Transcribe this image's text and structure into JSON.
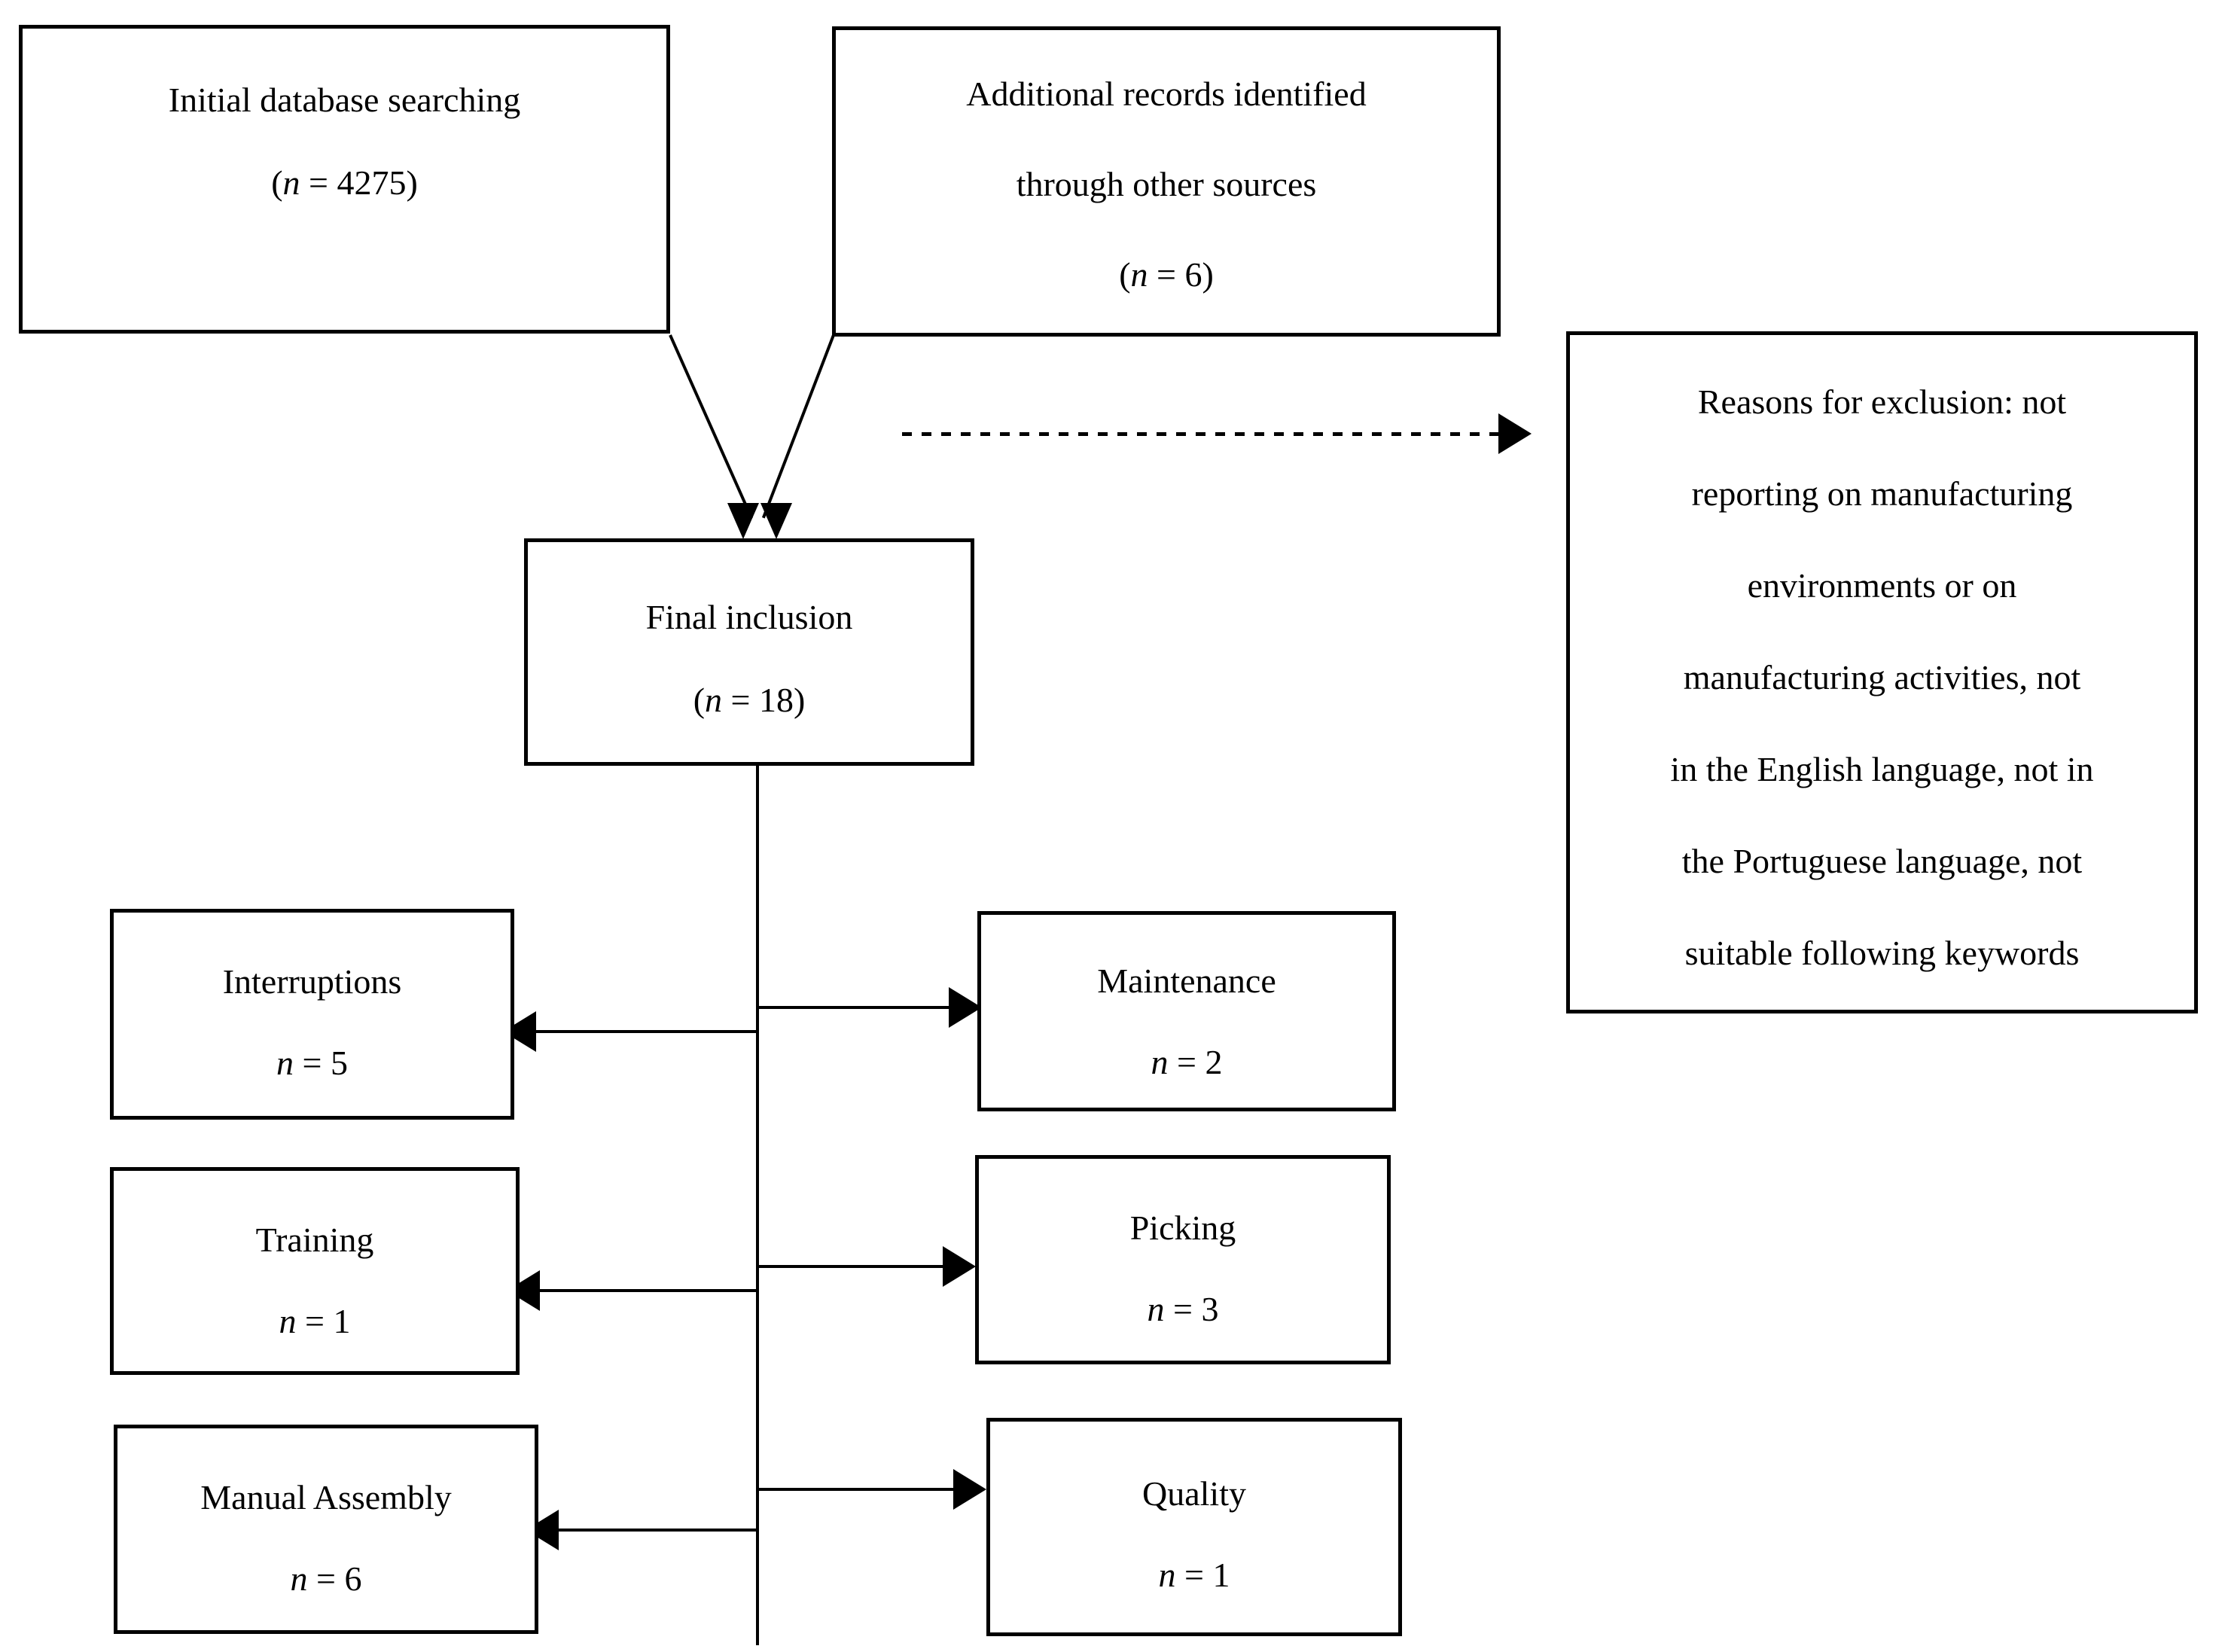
{
  "boxes": {
    "initial": {
      "title": "Initial database searching",
      "count": {
        "pre": "(",
        "n": "n",
        "post": " = 4275)"
      }
    },
    "additional": {
      "title_line1": "Additional records identified",
      "title_line2": "through other sources",
      "count": {
        "pre": "(",
        "n": "n",
        "post": " = 6)"
      }
    },
    "final": {
      "title": "Final inclusion",
      "count": {
        "pre": "(",
        "n": "n",
        "post": " = 18)"
      }
    },
    "reasons": {
      "lines": [
        "Reasons for exclusion: not",
        "reporting on manufacturing",
        "environments or on",
        "manufacturing activities, not",
        "in the English language, not in",
        "the Portuguese language, not",
        "suitable following keywords"
      ]
    },
    "interruptions": {
      "title": "Interruptions",
      "count": {
        "n": "n",
        "post": " = 5"
      }
    },
    "maintenance": {
      "title": "Maintenance",
      "count": {
        "n": "n",
        "post": " = 2"
      }
    },
    "training": {
      "title": "Training",
      "count": {
        "n": "n",
        "post": " = 1"
      }
    },
    "picking": {
      "title": "Picking",
      "count": {
        "n": "n",
        "post": " = 3"
      }
    },
    "manual_assembly": {
      "title": "Manual Assembly",
      "count": {
        "n": "n",
        "post": " = 6"
      }
    },
    "quality": {
      "title": "Quality",
      "count": {
        "n": "n",
        "post": " = 1"
      }
    }
  },
  "colors": {
    "line": "#000000",
    "background": "#ffffff",
    "text": "#000000"
  }
}
